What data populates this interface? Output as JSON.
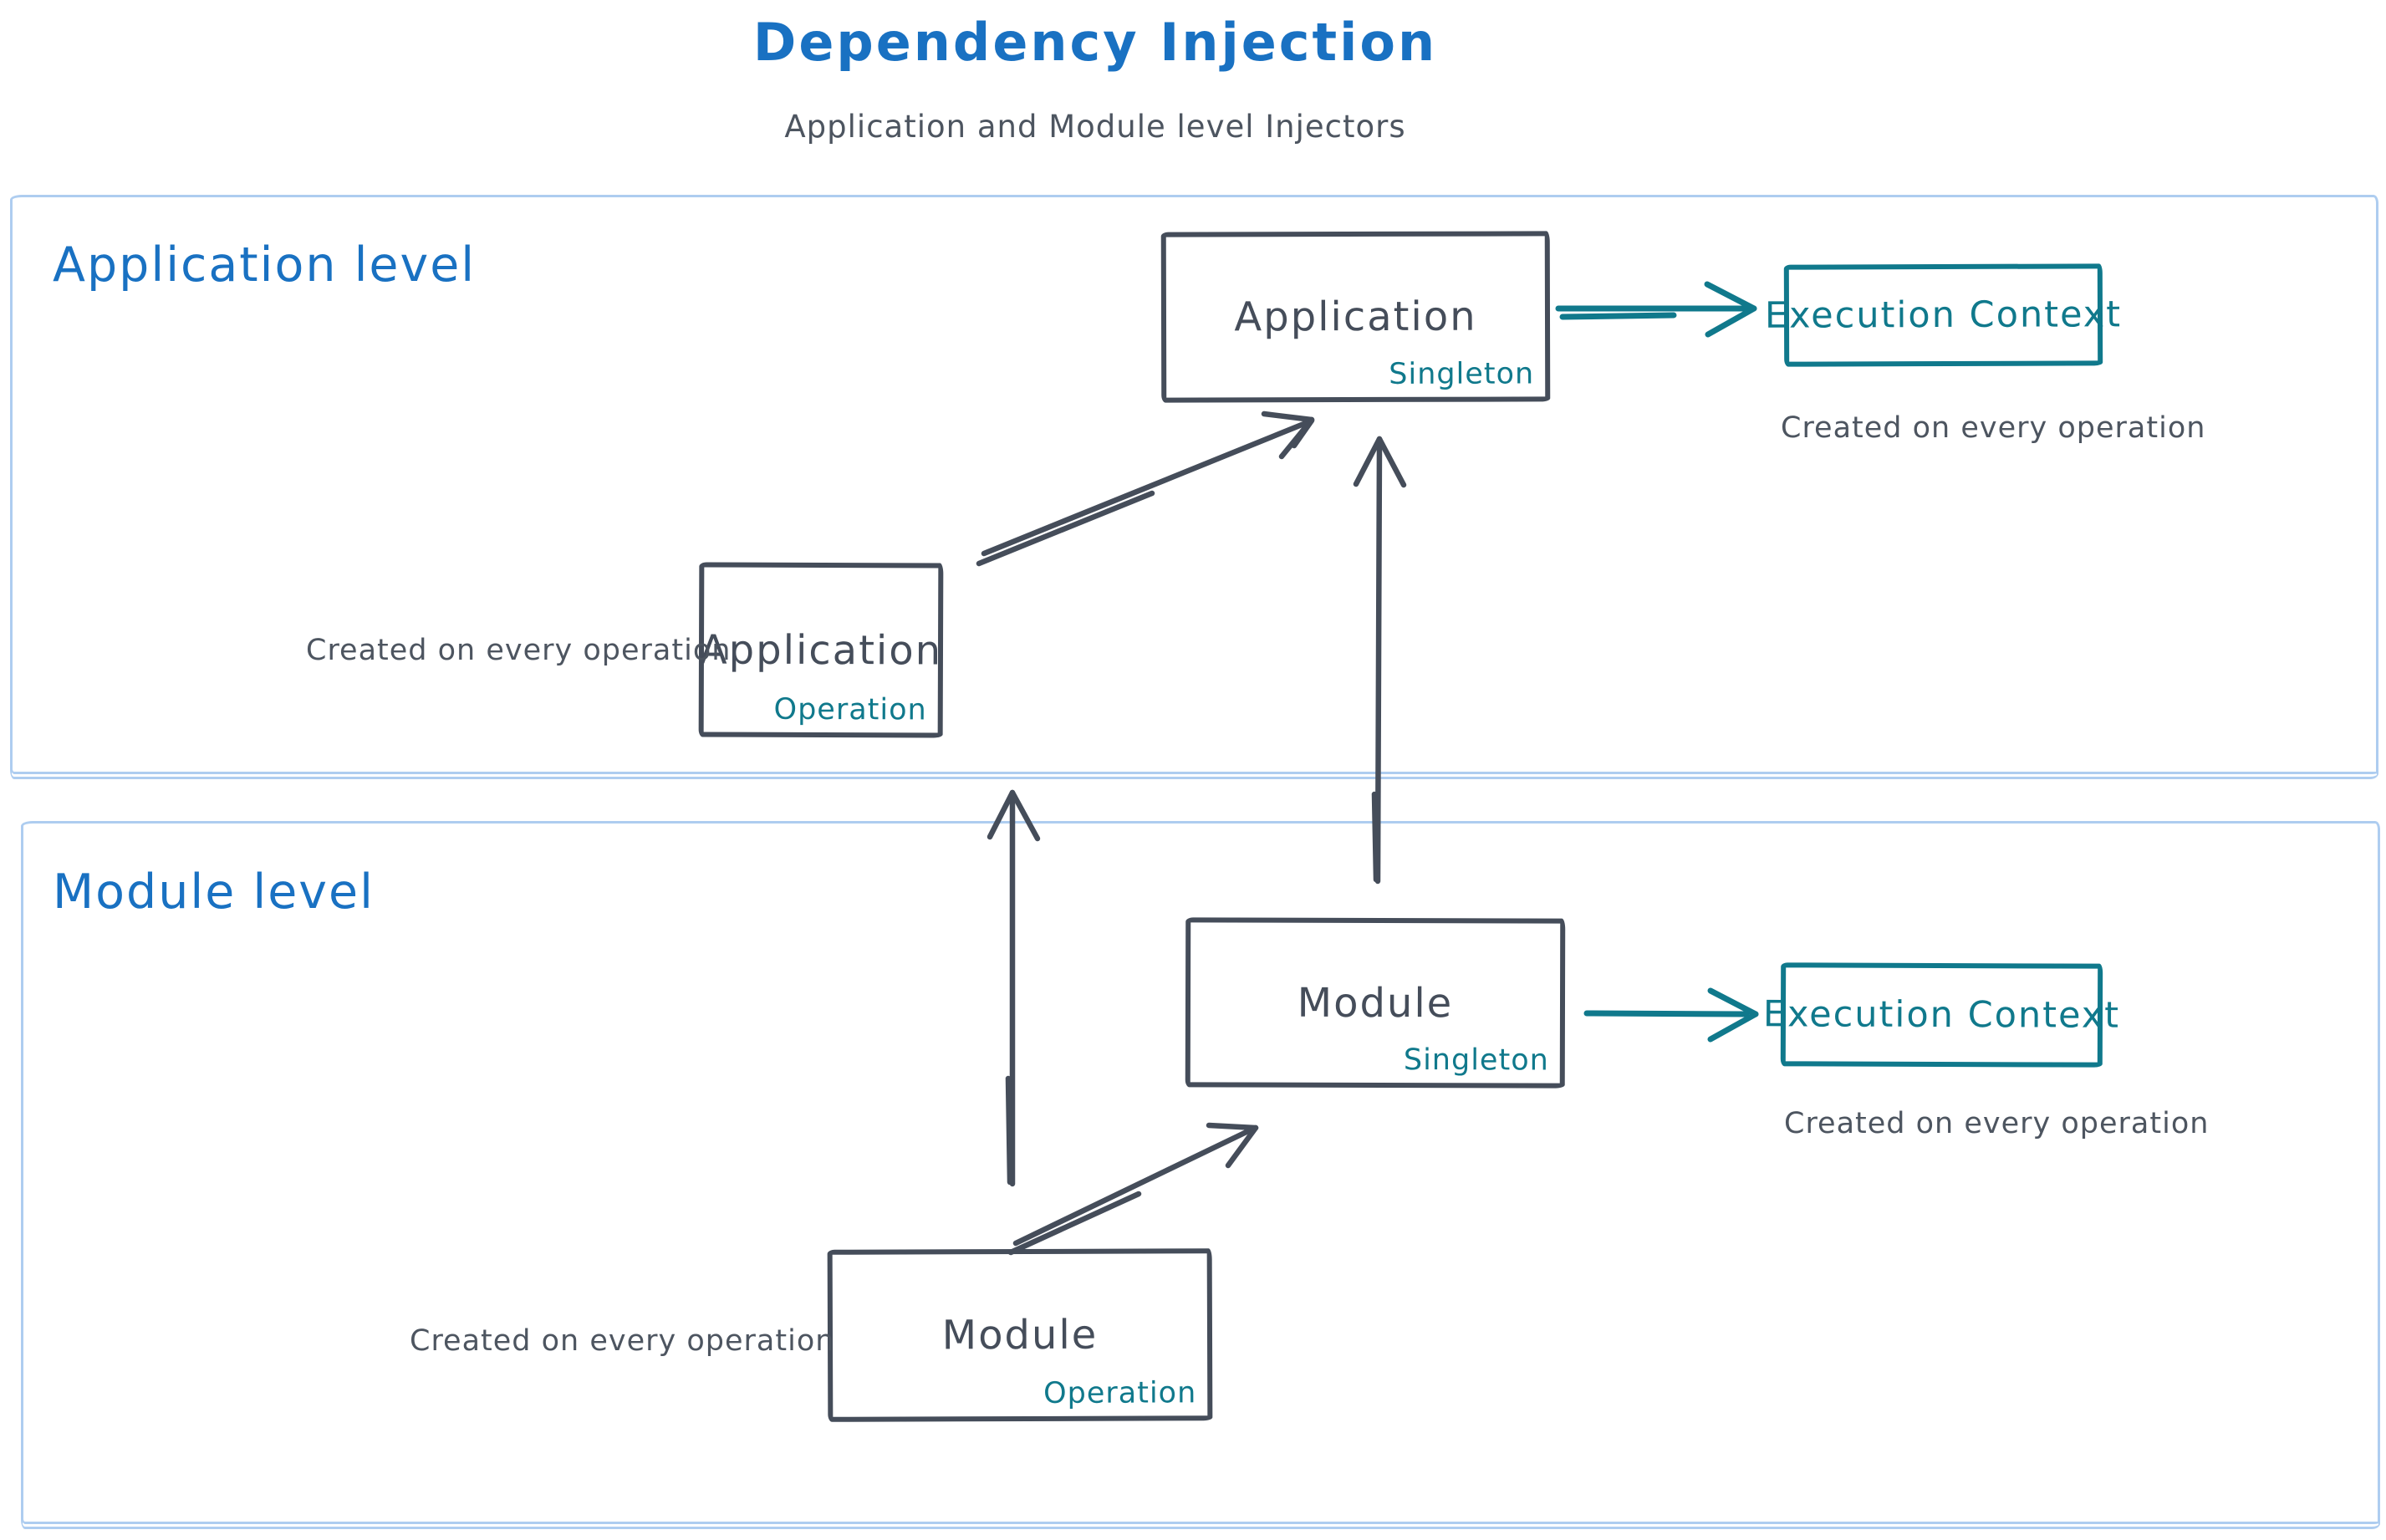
{
  "header": {
    "title": "Dependency Injection",
    "subtitle": "Application and Module level Injectors"
  },
  "palette": {
    "title_blue": "#1971c2",
    "teal_accent": "#10798c",
    "shape_slate": "#454d5a",
    "note_gray": "#4d5560",
    "container_border_blue": "#aecdf0",
    "background": "#ffffff"
  },
  "sections": {
    "application": {
      "label": "Application level",
      "singleton_box": {
        "title": "Application",
        "tag": "Singleton"
      },
      "operation_box": {
        "title": "Application",
        "tag": "Operation"
      },
      "operation_note": "Created on every operation",
      "execution_box": {
        "title": "Execution Context"
      },
      "execution_note": "Created on every operation"
    },
    "module": {
      "label": "Module level",
      "singleton_box": {
        "title": "Module",
        "tag": "Singleton"
      },
      "operation_box": {
        "title": "Module",
        "tag": "Operation"
      },
      "operation_note": "Created on every operation",
      "execution_box": {
        "title": "Execution Context"
      },
      "execution_note": "Created on every operation"
    }
  },
  "arrows": [
    {
      "from": "application-operation-box",
      "to": "application-singleton-box",
      "color": "#454d5a"
    },
    {
      "from": "module-operation-box",
      "to": "application-operation-box",
      "color": "#454d5a"
    },
    {
      "from": "module-singleton-box",
      "to": "application-singleton-box",
      "color": "#454d5a"
    },
    {
      "from": "module-operation-box",
      "to": "module-singleton-box",
      "color": "#454d5a"
    },
    {
      "from": "application-singleton-box",
      "to": "execution-context-application",
      "color": "#10798c"
    },
    {
      "from": "module-singleton-box",
      "to": "execution-context-module",
      "color": "#10798c"
    }
  ]
}
